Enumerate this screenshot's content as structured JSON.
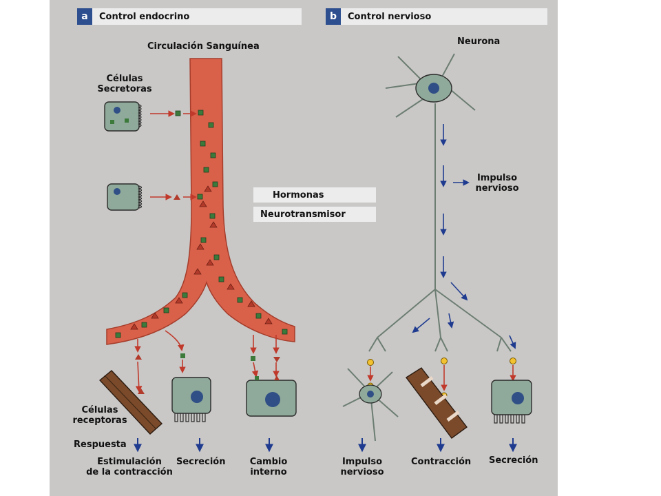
{
  "panel_a": {
    "badge": "a",
    "title": "Control endocrino"
  },
  "panel_b": {
    "badge": "b",
    "title": "Control nervioso"
  },
  "labels": {
    "circulation": "Circulación Sanguínea",
    "secretory_cells": [
      "Células",
      "Secretoras"
    ],
    "receptor_cells": [
      "Células",
      "receptoras"
    ],
    "response": "Respuesta",
    "stimulation": [
      "Estimulación",
      "de la contracción"
    ],
    "secretion_a": "Secreción",
    "internal_change": [
      "Cambio",
      "interno"
    ],
    "neuron": "Neurona",
    "nerve_impulse_mid": [
      "Impulso",
      "nervioso"
    ],
    "nerve_impulse_out": [
      "Impulso",
      "nervioso"
    ],
    "contraction": "Contracción",
    "secretion_b": "Secreción"
  },
  "legend": {
    "hormones": "Hormonas",
    "neurotransmitter": "Neurotransmisor"
  },
  "colors": {
    "panel_bg": "#c9c8c7",
    "badge_bg": "#2e4f8f",
    "blood_vessel": "#d9614a",
    "cell_fill": "#8fa99a",
    "nucleus": "#2f4f86",
    "hormone_square": "#3c7a3c",
    "hormone_triangle": "#c0392b",
    "neurotransmitter": "#f2c230",
    "arrow_red": "#c0392b",
    "arrow_blue": "#1f3b8f"
  }
}
